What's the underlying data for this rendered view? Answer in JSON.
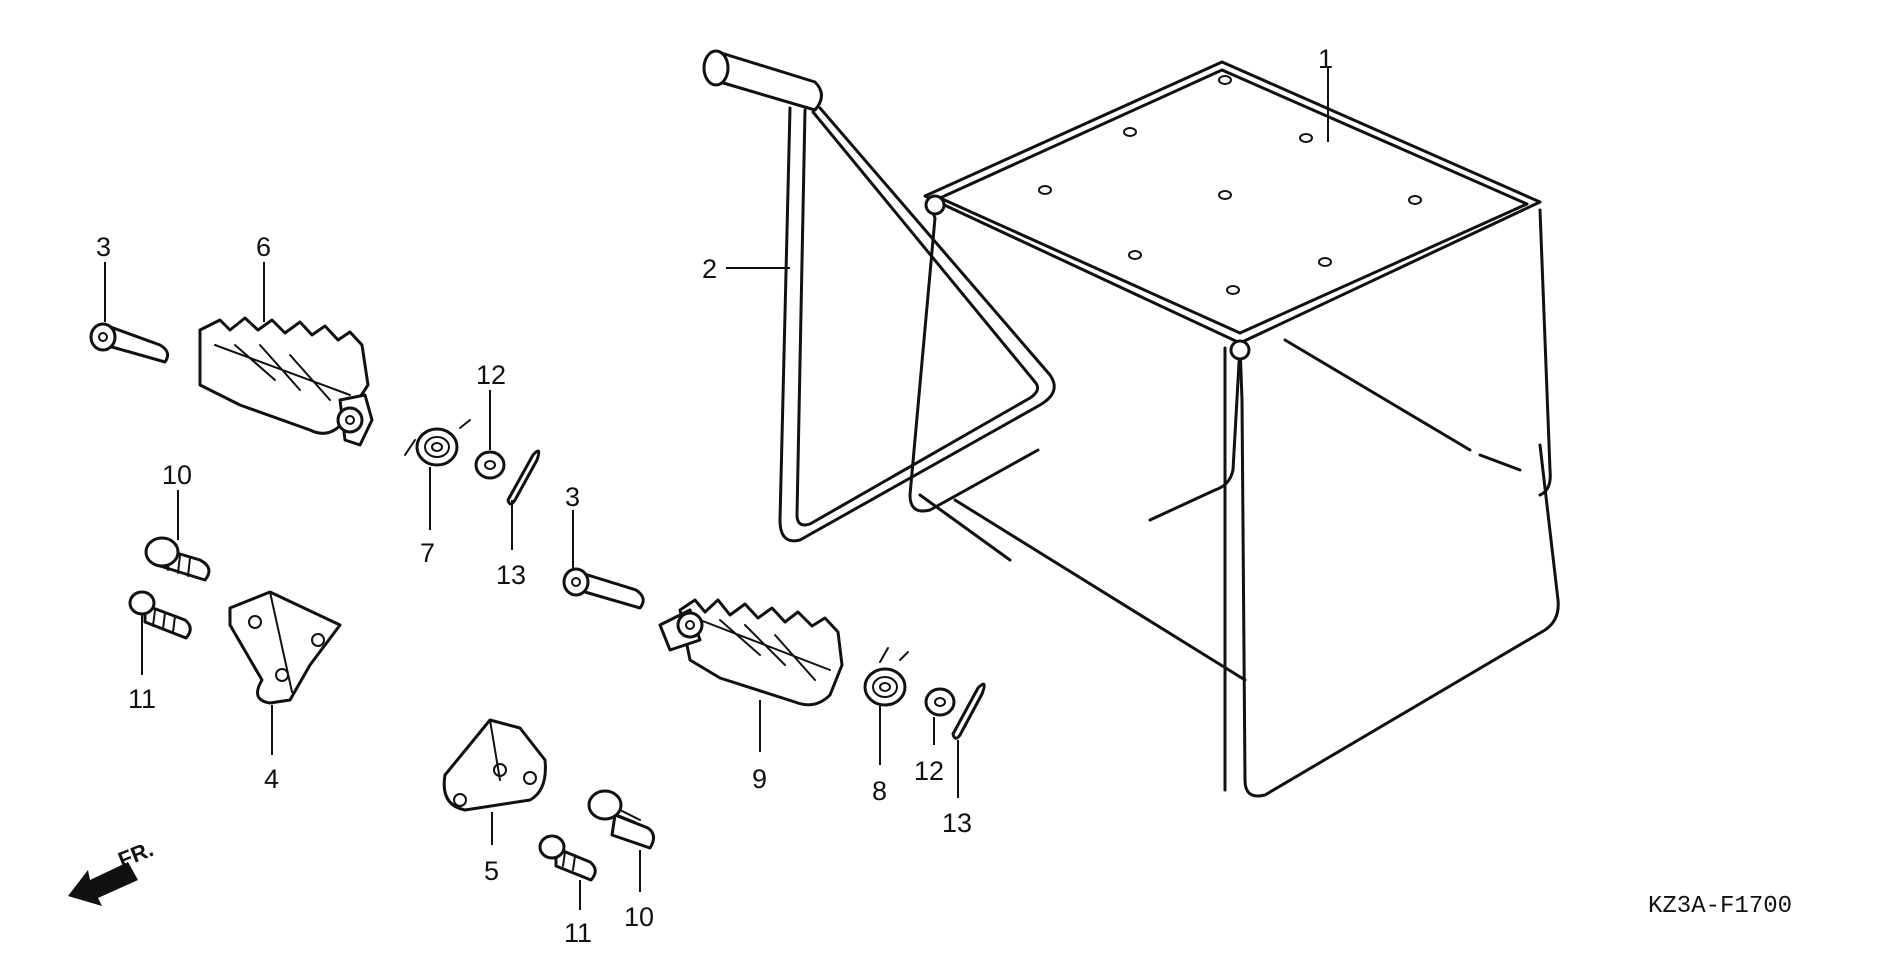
{
  "diagram": {
    "drawing_code": "KZ3A-F1700",
    "direction_label": "FR.",
    "callouts": {
      "c1": "1",
      "c2": "2",
      "c3a": "3",
      "c3b": "3",
      "c4": "4",
      "c5": "5",
      "c6": "6",
      "c7": "7",
      "c8": "8",
      "c9": "9",
      "c10a": "10",
      "c10b": "10",
      "c11a": "11",
      "c11b": "11",
      "c12a": "12",
      "c12b": "12",
      "c13a": "13",
      "c13b": "13"
    }
  }
}
